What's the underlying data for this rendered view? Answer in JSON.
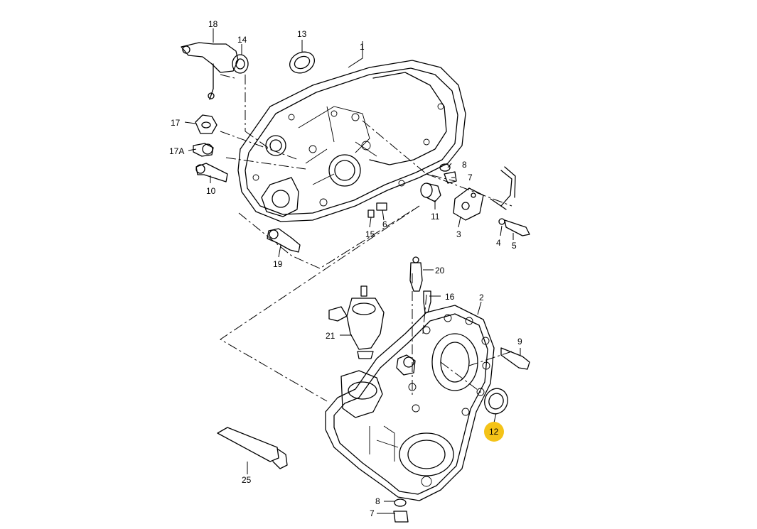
{
  "callouts": [
    {
      "id": "1",
      "text": "1"
    },
    {
      "id": "2",
      "text": "2"
    },
    {
      "id": "3",
      "text": "3"
    },
    {
      "id": "4",
      "text": "4"
    },
    {
      "id": "5",
      "text": "5"
    },
    {
      "id": "6",
      "text": "6"
    },
    {
      "id": "7a",
      "text": "7"
    },
    {
      "id": "7b",
      "text": "7"
    },
    {
      "id": "8a",
      "text": "8"
    },
    {
      "id": "8b",
      "text": "8"
    },
    {
      "id": "9",
      "text": "9"
    },
    {
      "id": "10",
      "text": "10"
    },
    {
      "id": "11",
      "text": "11"
    },
    {
      "id": "12",
      "text": "12"
    },
    {
      "id": "13",
      "text": "13"
    },
    {
      "id": "14",
      "text": "14"
    },
    {
      "id": "15",
      "text": "15"
    },
    {
      "id": "16",
      "text": "16"
    },
    {
      "id": "17",
      "text": "17"
    },
    {
      "id": "17A",
      "text": "17A"
    },
    {
      "id": "18",
      "text": "18"
    },
    {
      "id": "19",
      "text": "19"
    },
    {
      "id": "20",
      "text": "20"
    },
    {
      "id": "21",
      "text": "21"
    },
    {
      "id": "25",
      "text": "25"
    }
  ],
  "highlight": {
    "callout": "12",
    "color": "#f4c318"
  },
  "colors": {
    "line": "#000000",
    "background": "#ffffff"
  }
}
